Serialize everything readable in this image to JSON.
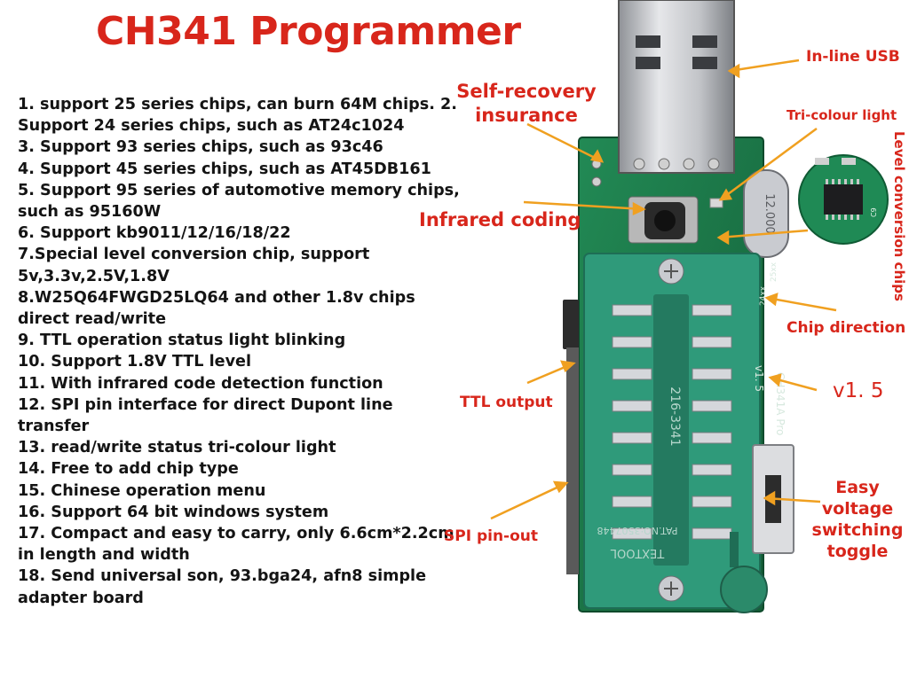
{
  "title": "CH341 Programmer",
  "features": [
    "1. support 25 series chips, can burn 64M chips.  2. Support 24 series chips, such as AT24c1024",
    "3. Support 93 series chips, such as 93c46",
    "4. Support 45 series chips, such as AT45DB161",
    "5. Support 95 series of automotive memory chips, such as 95160W",
    "6. Support kb9011/12/16/18/22",
    "7.Special level conversion chip, support 5v,3.3v,2.5V,1.8V",
    "8.W25Q64FWGD25LQ64 and other 1.8v chips direct read/write",
    "9. TTL operation status light blinking",
    "10. Support 1.8V TTL level",
    "11. With infrared code detection function",
    "12. SPI pin interface for direct Dupont line transfer",
    "13. read/write status tri-colour light",
    "14. Free to add chip type",
    "15. Chinese operation menu",
    "16. Support 64 bit windows system",
    "17. Compact and easy to carry, only 6.6cm*2.2cm in length and width",
    "18. Send universal son, 93.bga24, afn8 simple adapter board"
  ],
  "callouts": {
    "inline_usb": "In-line USB",
    "self_recovery": "Self-recovery insurance",
    "tri_colour": "Tri-colour light",
    "level_conversion": "Level conversion chips",
    "infrared": "Infrared coding",
    "chip_direction": "Chip direction",
    "version": "v1. 5",
    "ttl_output": "TTL output",
    "easy_voltage": "Easy voltage switching toggle",
    "spi_pinout": "SPI pin-out"
  },
  "board_labels": {
    "crystal": "12.000",
    "socket_code": "216-3341",
    "socket_patent": "PAT.NO:3507448",
    "socket_brand": "TEXTOOL",
    "silk_model": "CH341A Pro",
    "silk_version": "v1. 5",
    "silk_24": "24xx",
    "silk_25": "25xx",
    "silk_c9": "C9"
  },
  "colors": {
    "accent_red": "#d8261b",
    "pcb_green": "#1c7a4a",
    "socket_teal": "#2f9a7a",
    "arrow_orange": "#f0a020"
  }
}
